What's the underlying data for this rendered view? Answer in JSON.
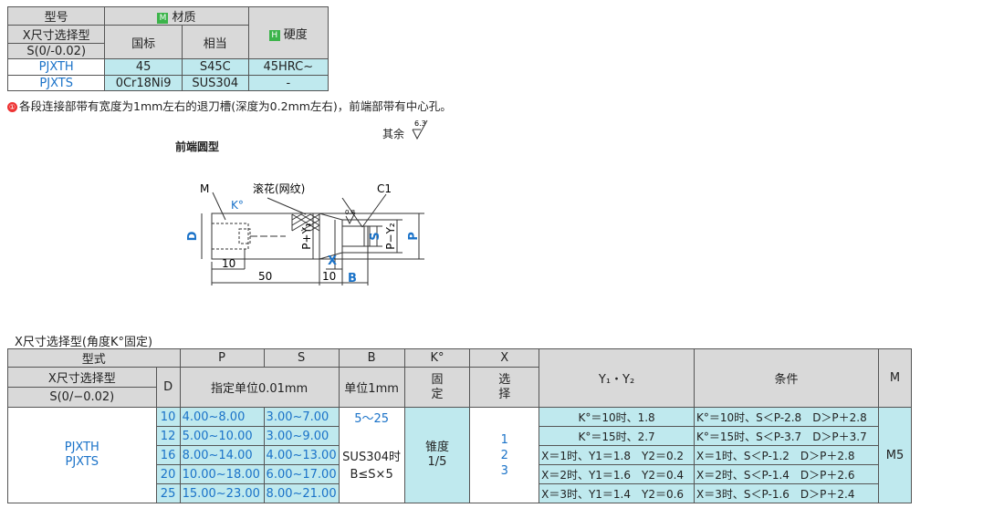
{
  "top_table": {
    "h_model": "型号",
    "h_x_type": "X尺寸选择型",
    "h_s_range": "S(0/-0.02)",
    "h_material": "材质",
    "h_material_badge": "M",
    "h_gb": "国标",
    "h_equiv": "相当",
    "h_hardness": "硬度",
    "h_hardness_badge": "H",
    "rows": [
      {
        "model": "PJXTH",
        "gb": "45",
        "equiv": "S45C",
        "hardness": "45HRC~"
      },
      {
        "model": "PJXTS",
        "gb": "0Cr18Ni9",
        "equiv": "SUS304",
        "hardness": "-"
      }
    ]
  },
  "note": {
    "icon": "①",
    "text": "各段连接部带有宽度为1mm左右的退刀槽(深度为0.2mm左右)，前端部带有中心孔。"
  },
  "drawing": {
    "roughness_label": "其余",
    "roughness_value": "6.3",
    "title": "前端圆型",
    "label_m": "M",
    "label_knurl": "滚花(网纹)",
    "label_k": "K°",
    "label_c1": "C1",
    "label_d": "D",
    "label_py": "P+Y₁",
    "label_s": "S",
    "label_py2": "P−Y₂",
    "label_p": "P",
    "label_10a": "10",
    "label_50": "50",
    "label_x": "X",
    "label_10b": "10",
    "label_b": "B",
    "label_08": "0.8"
  },
  "main_table": {
    "caption": "X尺寸选择型(角度K°固定)",
    "h_type": "型式",
    "h_p": "P",
    "h_s": "S",
    "h_b": "B",
    "h_k": "K°",
    "h_x": "X",
    "h_xtype": "X尺寸选择型",
    "h_srange": "S(0/−0.02)",
    "h_d": "D",
    "h_unit001": "指定单位0.01mm",
    "h_unit1": "单位1mm",
    "h_fixed": "固定",
    "h_select": "选择",
    "h_y": "Y₁・Y₂",
    "h_cond": "条件",
    "h_m": "M",
    "models": "PJXTH\nPJXTS",
    "taper": "锥度\n1/5",
    "b_range": "5～25",
    "b_note1": "SUS304时",
    "b_note2": "B≤S×5",
    "m_value": "M5",
    "rows": [
      {
        "d": "10",
        "p": "4.00~8.00",
        "s": "3.00~7.00",
        "x": "",
        "y": "K°＝10时、1.8",
        "cond": "K°＝10时、S＜P-2.8　D＞P＋2.8"
      },
      {
        "d": "12",
        "p": "5.00~10.00",
        "s": "3.00~9.00",
        "x": "1",
        "y": "K°＝15时、2.7",
        "cond": "K°＝15时、S＜P-3.7　D＞P＋3.7"
      },
      {
        "d": "16",
        "p": "8.00~14.00",
        "s": "4.00~13.00",
        "x": "2",
        "y": "X＝1时、Y1＝1.8　Y2＝0.2",
        "cond": "X＝1时、S＜P-1.2　D＞P＋2.8"
      },
      {
        "d": "20",
        "p": "10.00~18.00",
        "s": "6.00~17.00",
        "x": "3",
        "y": "X＝2时、Y1＝1.6　Y2＝0.4",
        "cond": "X＝2时、S＜P-1.4　D＞P＋2.6"
      },
      {
        "d": "25",
        "p": "15.00~23.00",
        "s": "8.00~21.00",
        "x": "",
        "y": "X＝3时、Y1＝1.4　Y2＝0.6",
        "cond": "X＝3时、S＜P-1.6　D＞P＋2.4"
      }
    ]
  }
}
